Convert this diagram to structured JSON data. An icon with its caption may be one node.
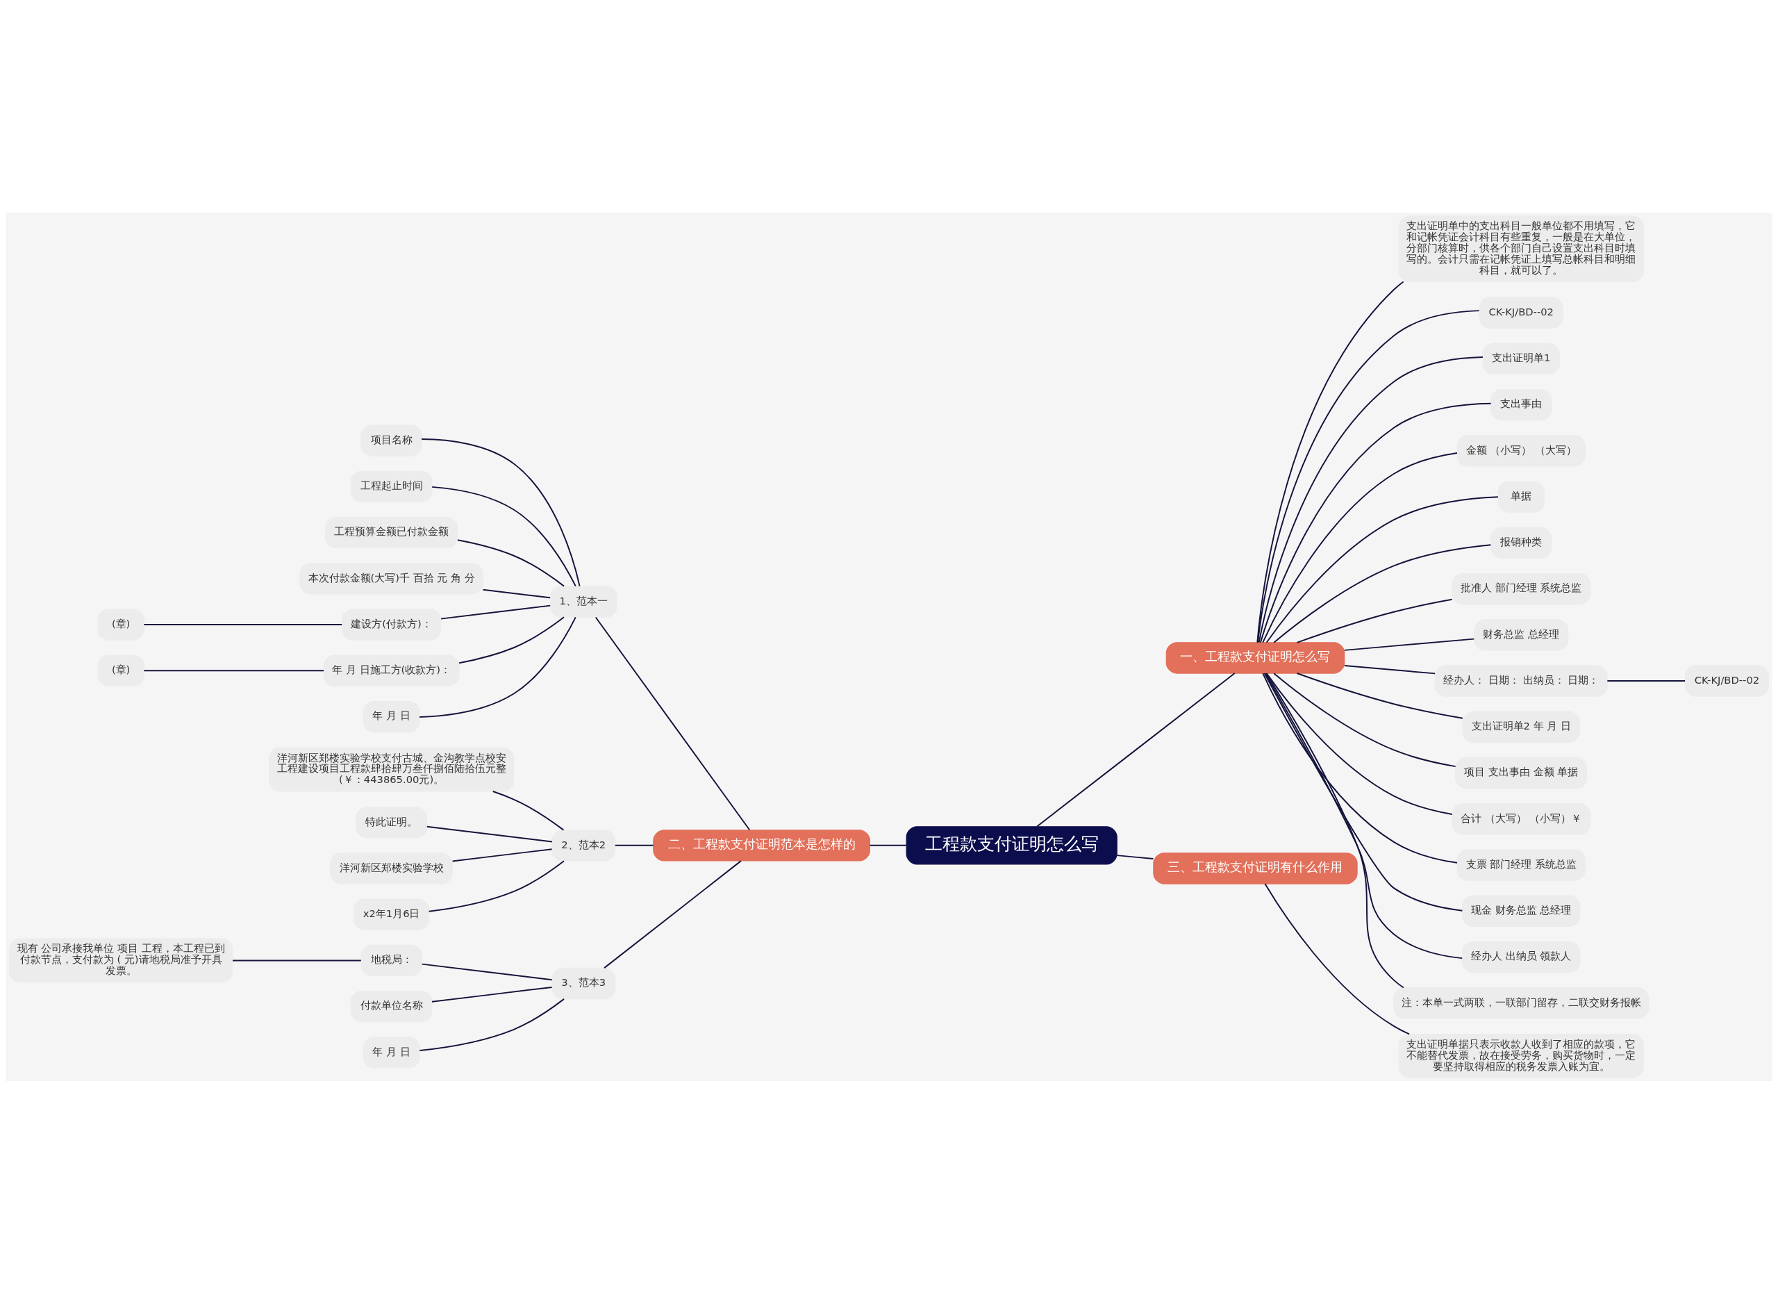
{
  "diagram": {
    "nodes": [
      {
        "text": [
          "工程款支付证明怎么写"
        ]
      },
      {
        "text": [
          "一、工程款支付证明怎么写"
        ]
      },
      {
        "text": [
          "支出证明单中的支出科目一般单位都不用填写，它和记帐凭证会计科目有些重复，一般是在大单位，分部门核算时，供各个部门自己设置支出科目时填写的。会计只需在记帐凭证上填写总帐科目和明细科目，就可以了。"
        ]
      },
      {
        "text": [
          "CK-KJ/BD--02"
        ]
      },
      {
        "text": [
          "支出证明单1"
        ]
      },
      {
        "text": [
          "支出事由"
        ]
      },
      {
        "text": [
          "金额 （小写） （大写）"
        ]
      },
      {
        "text": [
          "单据"
        ]
      },
      {
        "text": [
          "报销种类"
        ]
      },
      {
        "text": [
          "批准人 部门经理 系统总监"
        ]
      },
      {
        "text": [
          "财务总监 总经理"
        ]
      },
      {
        "text": [
          "经办人： 日期： 出纳员： 日期："
        ]
      },
      {
        "text": [
          "CK-KJ/BD--02"
        ]
      },
      {
        "text": [
          "支出证明单2 年 月 日"
        ]
      },
      {
        "text": [
          "项目 支出事由 金额 单据"
        ]
      },
      {
        "text": [
          "合计 （大写） （小写）￥"
        ]
      },
      {
        "text": [
          "支票 部门经理 系统总监"
        ]
      },
      {
        "text": [
          "现金 财务总监 总经理"
        ]
      },
      {
        "text": [
          "经办人 出纳员 领款人"
        ]
      },
      {
        "text": [
          "注：本单一式两联，一联部门留存，二联交财务报帐"
        ]
      },
      {
        "text": [
          "二、工程款支付证明范本是怎样的"
        ]
      },
      {
        "text": [
          "1、范本一"
        ]
      },
      {
        "text": [
          "项目名称"
        ]
      },
      {
        "text": [
          "工程起止时间"
        ]
      },
      {
        "text": [
          "工程预算金额已付款金额"
        ]
      },
      {
        "text": [
          "本次付款金额(大写)千 百拾 元 角 分"
        ]
      },
      {
        "text": [
          "建设方(付款方)："
        ]
      },
      {
        "text": [
          "(章)"
        ]
      },
      {
        "text": [
          "年 月 日施工方(收款方)："
        ]
      },
      {
        "text": [
          "(章)"
        ]
      },
      {
        "text": [
          "年 月 日"
        ]
      },
      {
        "text": [
          "2、范本2"
        ]
      },
      {
        "text": [
          "洋河新区郑楼实验学校支付古城、金沟教学点校安工程建设项目工程款肆拾肆万叁仟捌佰陆拾伍元整(￥：443865.00元)。"
        ]
      },
      {
        "text": [
          "特此证明。"
        ]
      },
      {
        "text": [
          "洋河新区郑楼实验学校"
        ]
      },
      {
        "text": [
          "x2年1月6日"
        ]
      },
      {
        "text": [
          "3、范本3"
        ]
      },
      {
        "text": [
          "地税局："
        ]
      },
      {
        "text": [
          "现有 公司承接我单位 项目 工程，本工程已到付款节点，支付款为 ( 元)请地税局准予开具发票。"
        ]
      },
      {
        "text": [
          "付款单位名称"
        ]
      },
      {
        "text": [
          "年 月 日"
        ]
      },
      {
        "text": [
          "三、工程款支付证明有什么作用"
        ]
      },
      {
        "text": [
          "支出证明单据只表示收款人收到了相应的款项，它不能替代发票，故在接受劳务，购买货物时，一定要坚持取得相应的税务发票入账为宜。"
        ]
      }
    ],
    "edges": [
      {
        "from": 0,
        "to": 1,
        "arrow": "none"
      },
      {
        "from": 1,
        "to": 2,
        "arrow": "none"
      },
      {
        "from": 1,
        "to": 3,
        "arrow": "none"
      },
      {
        "from": 1,
        "to": 4,
        "arrow": "none"
      },
      {
        "from": 1,
        "to": 5,
        "arrow": "none"
      },
      {
        "from": 1,
        "to": 6,
        "arrow": "none"
      },
      {
        "from": 1,
        "to": 7,
        "arrow": "none"
      },
      {
        "from": 1,
        "to": 8,
        "arrow": "none"
      },
      {
        "from": 1,
        "to": 9,
        "arrow": "none"
      },
      {
        "from": 1,
        "to": 10,
        "arrow": "none"
      },
      {
        "from": 1,
        "to": 11,
        "arrow": "none"
      },
      {
        "from": 11,
        "to": 12,
        "arrow": "none"
      },
      {
        "from": 1,
        "to": 13,
        "arrow": "none"
      },
      {
        "from": 1,
        "to": 14,
        "arrow": "none"
      },
      {
        "from": 1,
        "to": 15,
        "arrow": "none"
      },
      {
        "from": 1,
        "to": 16,
        "arrow": "none"
      },
      {
        "from": 1,
        "to": 17,
        "arrow": "none"
      },
      {
        "from": 1,
        "to": 18,
        "arrow": "none"
      },
      {
        "from": 1,
        "to": 19,
        "arrow": "none"
      },
      {
        "from": 0,
        "to": 20,
        "arrow": "none"
      },
      {
        "from": 20,
        "to": 21,
        "arrow": "none"
      },
      {
        "from": 21,
        "to": 22,
        "arrow": "none"
      },
      {
        "from": 21,
        "to": 23,
        "arrow": "none"
      },
      {
        "from": 21,
        "to": 24,
        "arrow": "none"
      },
      {
        "from": 21,
        "to": 25,
        "arrow": "none"
      },
      {
        "from": 21,
        "to": 26,
        "arrow": "none"
      },
      {
        "from": 26,
        "to": 27,
        "arrow": "none"
      },
      {
        "from": 21,
        "to": 28,
        "arrow": "none"
      },
      {
        "from": 28,
        "to": 29,
        "arrow": "none"
      },
      {
        "from": 21,
        "to": 30,
        "arrow": "none"
      },
      {
        "from": 20,
        "to": 31,
        "arrow": "none"
      },
      {
        "from": 31,
        "to": 32,
        "arrow": "none"
      },
      {
        "from": 31,
        "to": 33,
        "arrow": "none"
      },
      {
        "from": 31,
        "to": 34,
        "arrow": "none"
      },
      {
        "from": 31,
        "to": 35,
        "arrow": "none"
      },
      {
        "from": 20,
        "to": 36,
        "arrow": "none"
      },
      {
        "from": 36,
        "to": 37,
        "arrow": "none"
      },
      {
        "from": 37,
        "to": 38,
        "arrow": "none"
      },
      {
        "from": 36,
        "to": 39,
        "arrow": "none"
      },
      {
        "from": 36,
        "to": 40,
        "arrow": "none"
      },
      {
        "from": 0,
        "to": 41,
        "arrow": "none"
      },
      {
        "from": 41,
        "to": 42,
        "arrow": "none"
      }
    ]
  }
}
